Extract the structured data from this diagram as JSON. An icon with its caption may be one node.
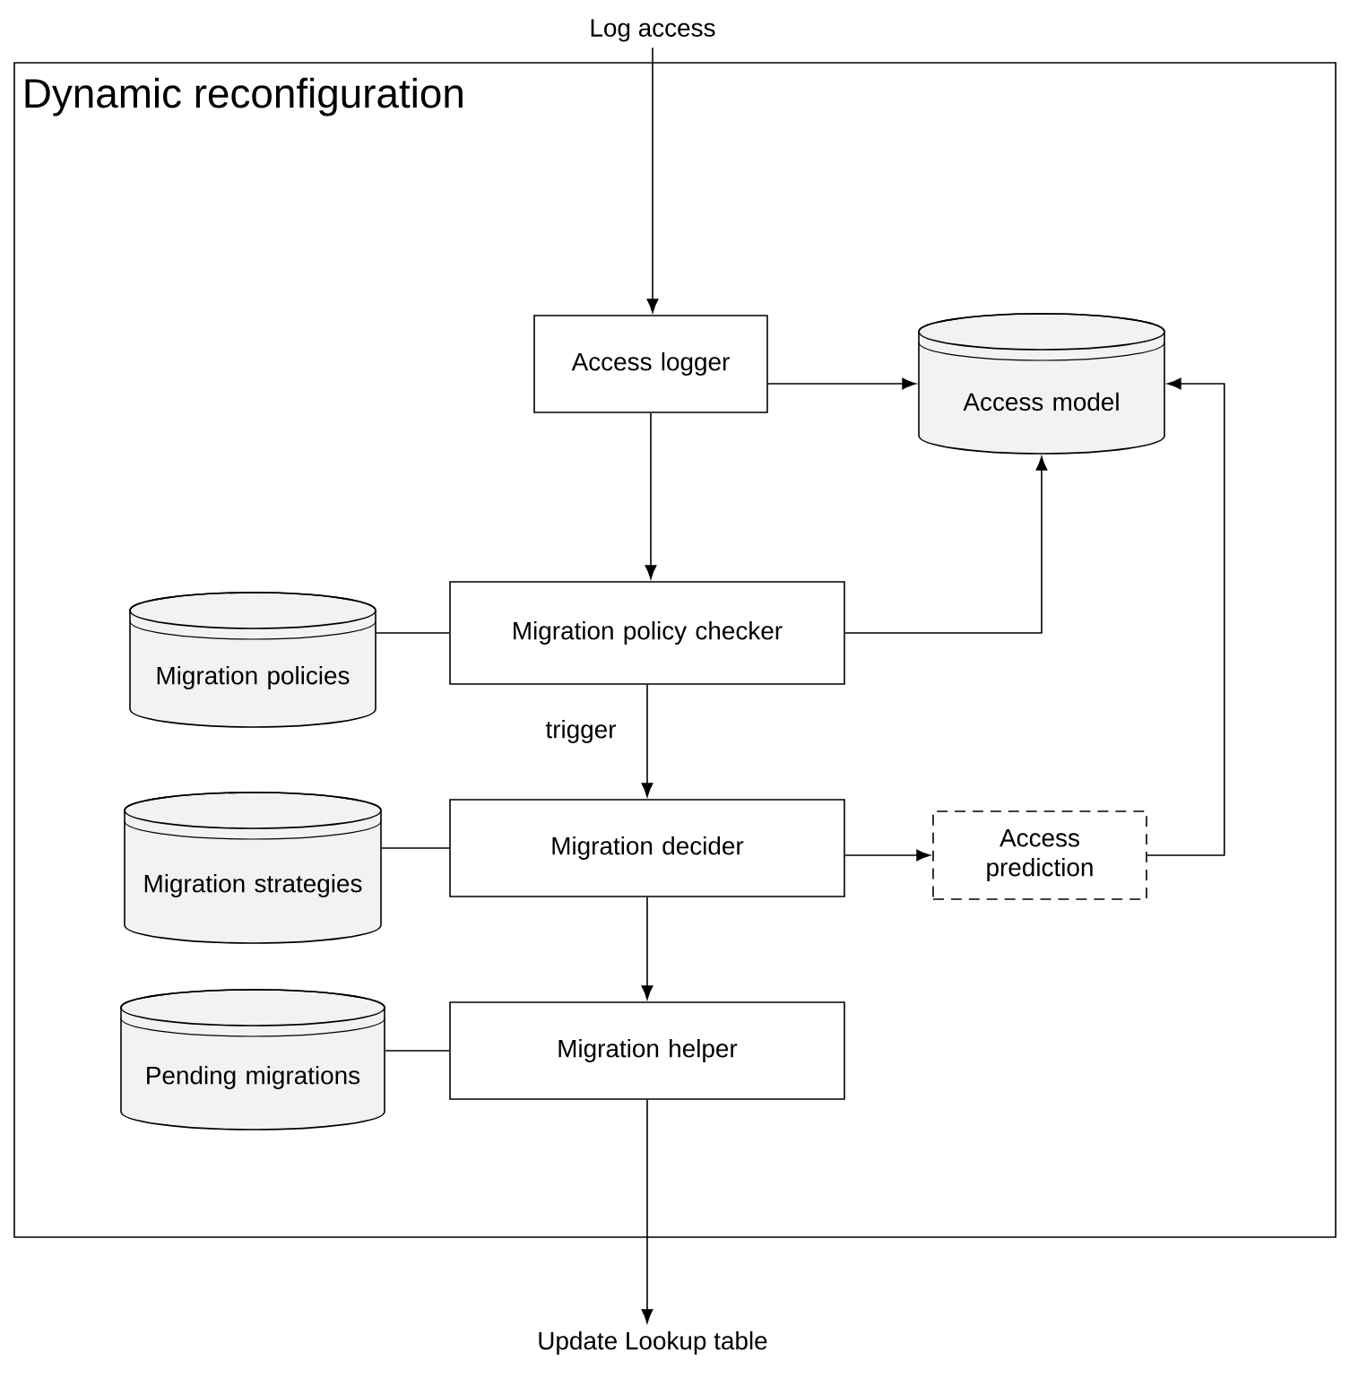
{
  "diagram": {
    "nodes": [
      {
        "text": [
          "Dynamic reconfiguration"
        ]
      },
      {
        "text": [
          "Log access"
        ]
      },
      {
        "text": [
          "Access logger"
        ],
        "in": 0
      },
      {
        "text": [
          "Access model"
        ],
        "in": 0
      },
      {
        "text": [
          "Migration policies"
        ],
        "in": 0
      },
      {
        "text": [
          "Migration policy checker"
        ],
        "in": 0
      },
      {
        "text": [
          "Migration strategies"
        ],
        "in": 0
      },
      {
        "text": [
          "Migration decider"
        ],
        "in": 0
      },
      {
        "text": [
          "Access prediction"
        ],
        "in": 0
      },
      {
        "text": [
          "Pending migrations"
        ],
        "in": 0
      },
      {
        "text": [
          "Migration helper"
        ],
        "in": 0
      },
      {
        "text": [
          "Update Lookup table"
        ]
      }
    ],
    "edges": [
      {
        "from": 1,
        "to": 2,
        "arrow": "to"
      },
      {
        "from": 2,
        "to": 3,
        "arrow": "to"
      },
      {
        "from": 2,
        "to": 5,
        "arrow": "to"
      },
      {
        "from": 5,
        "to": 3,
        "arrow": "to"
      },
      {
        "from": 4,
        "to": 5,
        "arrow": "none"
      },
      {
        "from": 5,
        "to": 7,
        "arrow": "to",
        "label": "trigger"
      },
      {
        "from": 7,
        "to": 8,
        "arrow": "to"
      },
      {
        "from": 8,
        "to": 3,
        "arrow": "to"
      },
      {
        "from": 6,
        "to": 7,
        "arrow": "none"
      },
      {
        "from": 7,
        "to": 10,
        "arrow": "to"
      },
      {
        "from": 9,
        "to": 10,
        "arrow": "none"
      },
      {
        "from": 10,
        "to": 11,
        "arrow": "to"
      }
    ]
  }
}
